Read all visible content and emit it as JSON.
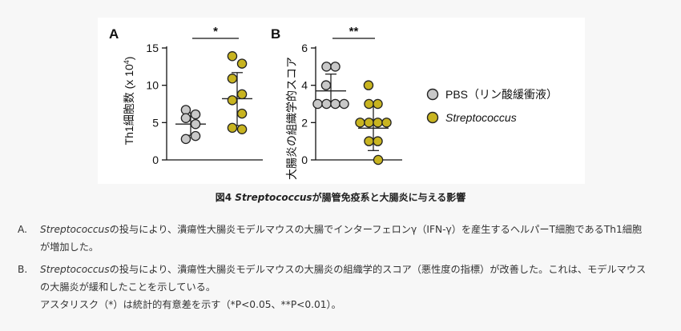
{
  "chart_data": [
    {
      "type": "scatter",
      "panel_label": "A",
      "ylabel_main": "Th1細胞数 (x 10",
      "ylabel_exp": "4",
      "ylabel_close": ")",
      "ylim": [
        0,
        15
      ],
      "yticks": [
        0,
        5,
        10,
        15
      ],
      "series": [
        {
          "name": "PBS（リン酸緩衝液）",
          "color": "#c8c8c8",
          "values": [
            6.7,
            6.1,
            5.6,
            4.8,
            2.8,
            3.2
          ]
        },
        {
          "name": "Streptococcus",
          "color": "#c8b420",
          "values": [
            13.9,
            12.9,
            10.9,
            8.8,
            8.0,
            6.2,
            4.3,
            4.1
          ]
        }
      ],
      "mean": [
        4.8,
        8.2
      ],
      "sd": [
        [
          3.3,
          6.3
        ],
        [
          4.6,
          11.7
        ]
      ],
      "significance": "*"
    },
    {
      "type": "scatter",
      "panel_label": "B",
      "ylabel": "大腸炎の組織学的スコア",
      "ylim": [
        0,
        6
      ],
      "yticks": [
        0,
        2,
        4,
        6
      ],
      "series": [
        {
          "name": "PBS（リン酸緩衝液）",
          "color": "#c8c8c8",
          "values": [
            5,
            5,
            4,
            3,
            3,
            3,
            3
          ]
        },
        {
          "name": "Streptococcus",
          "color": "#c8b420",
          "values": [
            4,
            3,
            3,
            2,
            2,
            2,
            2,
            1,
            1,
            0
          ]
        }
      ],
      "mean": [
        3.7,
        1.7
      ],
      "sd": [
        [
          2.9,
          4.6
        ],
        [
          0.5,
          2.9
        ]
      ],
      "significance": "**"
    }
  ],
  "legend": [
    {
      "label": "PBS（リン酸緩衝液）",
      "color": "#c8c8c8"
    },
    {
      "label": "Streptococcus",
      "color": "#c8b420",
      "italic": true
    }
  ],
  "caption": {
    "prefix": "図4 ",
    "italic": "Streptococcus",
    "suffix": "が腸管免疫系と大腸炎に与える影響"
  },
  "notes": [
    {
      "marker": "A.",
      "italic": "Streptococcus",
      "lines": [
        "の投与により、潰瘍性大腸炎モデルマウスの大腸でインターフェロンγ（IFN-γ）を産生するヘルパーT細胞であるTh1細胞",
        "が増加した。"
      ]
    },
    {
      "marker": "B.",
      "italic": "Streptococcus",
      "lines": [
        "の投与により、潰瘍性大腸炎モデルマウスの大腸炎の組織学的スコア（悪性度の指標）が改善した。これは、モデルマウス",
        "の大腸炎が緩和したことを示している。",
        "アスタリスク（*）は統計的有意差を示す（*P<0.05、**P<0.01）。"
      ]
    }
  ]
}
